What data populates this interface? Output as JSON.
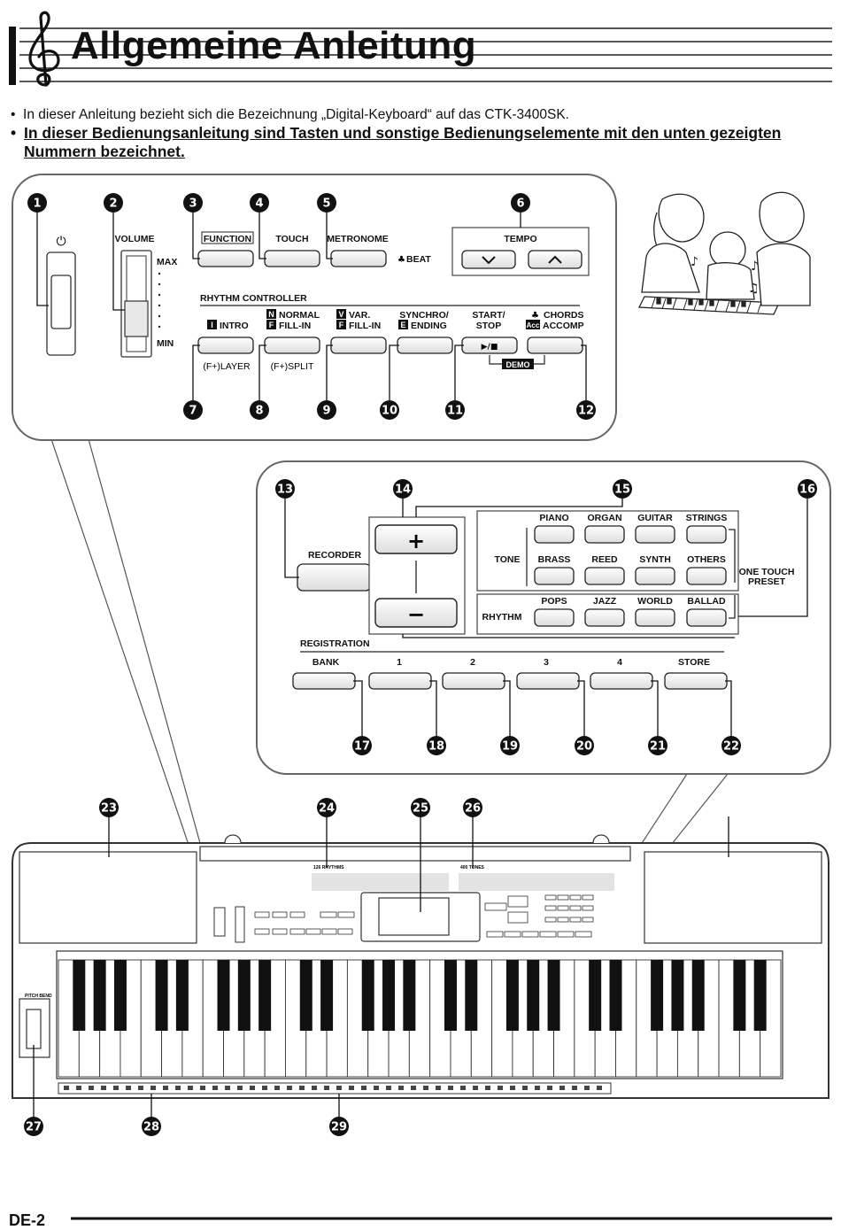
{
  "header": {
    "title": "Allgemeine Anleitung"
  },
  "intro": {
    "bullet1": "In dieser Anleitung bezieht sich die Bezeichnung „Digital-Keyboard“ auf das CTK-3400SK.",
    "bullet2_line1": "In dieser Bedienungsanleitung sind Tasten und sonstige Bedienungselemente mit den unten gezeigten",
    "bullet2_line2": "Nummern bezeichnet."
  },
  "panel1": {
    "power_symbol": "⏻",
    "volume": "VOLUME",
    "max": "MAX",
    "min": "MIN",
    "function": "FUNCTION",
    "touch": "TOUCH",
    "metronome": "METRONOME",
    "beat": "BEAT",
    "tempo": "TEMPO",
    "rhythm_controller": "RHYTHM CONTROLLER",
    "intro_key": "I",
    "intro": "INTRO",
    "normal_key": "N",
    "normal": "NORMAL",
    "fill_key": "F",
    "fill_in": "FILL-IN",
    "var_key": "V",
    "var": "VAR.",
    "synchro": "SYNCHRO/",
    "ending_key": "E",
    "ending": "ENDING",
    "start": "START/",
    "stop": "STOP",
    "play_stop": "▶/■",
    "demo": "DEMO",
    "chords": "CHORDS",
    "acc_key": "Acc",
    "accomp": "ACCOMP",
    "layer": "(F+)LAYER",
    "split": "(F+)SPLIT"
  },
  "panel2": {
    "recorder": "RECORDER",
    "tone": "TONE",
    "rhythm": "RHYTHM",
    "tones_row1": [
      "PIANO",
      "ORGAN",
      "GUITAR",
      "STRINGS"
    ],
    "tones_row2": [
      "BRASS",
      "REED",
      "SYNTH",
      "OTHERS"
    ],
    "rhythms": [
      "POPS",
      "JAZZ",
      "WORLD",
      "BALLAD"
    ],
    "one_touch": "ONE TOUCH",
    "preset": "PRESET",
    "registration": "REGISTRATION",
    "reg_labels": [
      "BANK",
      "1",
      "2",
      "3",
      "4",
      "STORE"
    ],
    "plus": "+",
    "minus": "−"
  },
  "keyboard": {
    "rhythms_label": "126 RHYTHMS",
    "tones_label": "400 TONES",
    "pitch_bend": "PITCH BEND"
  },
  "callouts": [
    "1",
    "2",
    "3",
    "4",
    "5",
    "6",
    "7",
    "8",
    "9",
    "10",
    "11",
    "12",
    "13",
    "14",
    "15",
    "16",
    "17",
    "18",
    "19",
    "20",
    "21",
    "22",
    "23",
    "24",
    "25",
    "26",
    "27",
    "28",
    "29"
  ],
  "footer": {
    "page": "DE-2"
  }
}
